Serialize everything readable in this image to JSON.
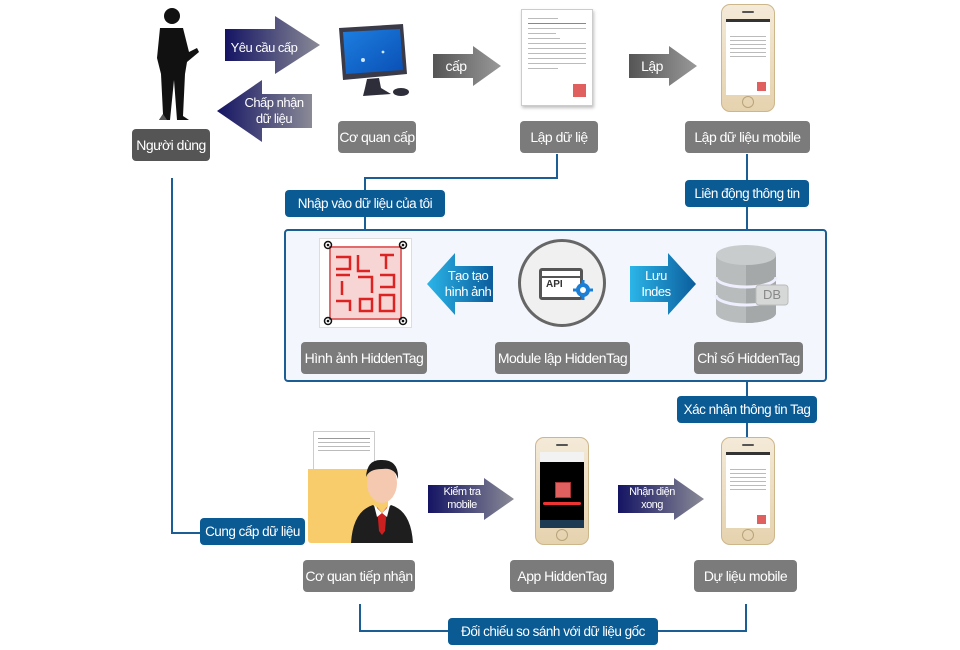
{
  "nodes": {
    "user": "Người dùng",
    "issuing_agency": "Cơ quan cấp",
    "create_document": "Lập dữ liệ",
    "create_mobile_data": "Lập dữ liệu mobile",
    "hiddentag_image": "Hình ảnh HiddenTag",
    "hiddentag_module": "Module lập HiddenTag",
    "hiddentag_index": "Chỉ số HiddenTag",
    "receiving_agency": "Cơ quan tiếp nhận",
    "hiddentag_app": "App HiddenTag",
    "mobile_data": "Dự liệu mobile"
  },
  "arrows": {
    "request_issue": "Yêu cầu cấp",
    "accept_data_line1": "Chấp nhận",
    "accept_data_line2": "dữ liệu",
    "issue": "cấp",
    "create": "Lập",
    "make_image_line1": "Tạo tạo",
    "make_image_line2": "hình ảnh",
    "save_index_line1": "Lưu",
    "save_index_line2": "Indes",
    "mobile_check_line1": "Kiểm tra",
    "mobile_check_line2": "mobile",
    "recognized_line1": "Nhận diện",
    "recognized_line2": "xong"
  },
  "connectors": {
    "input_my_data": "Nhập vào dữ liệu của tôi",
    "info_link": "Liên động thông tin",
    "confirm_tag_info": "Xác nhận thông tin Tag",
    "provide_data": "Cung cấp dữ liệu",
    "compare_original": "Đối chiếu so sánh với dữ liệu gốc"
  },
  "icons": {
    "api_label": "API",
    "db_label": "DB"
  },
  "colors": {
    "connector_blue": "#0a5a94",
    "label_gray": "#7b7b7b",
    "arrow_navy": "#1a1a6e",
    "arrow_cyan": "#17a3d9",
    "module_bg": "#f3f6fc"
  }
}
